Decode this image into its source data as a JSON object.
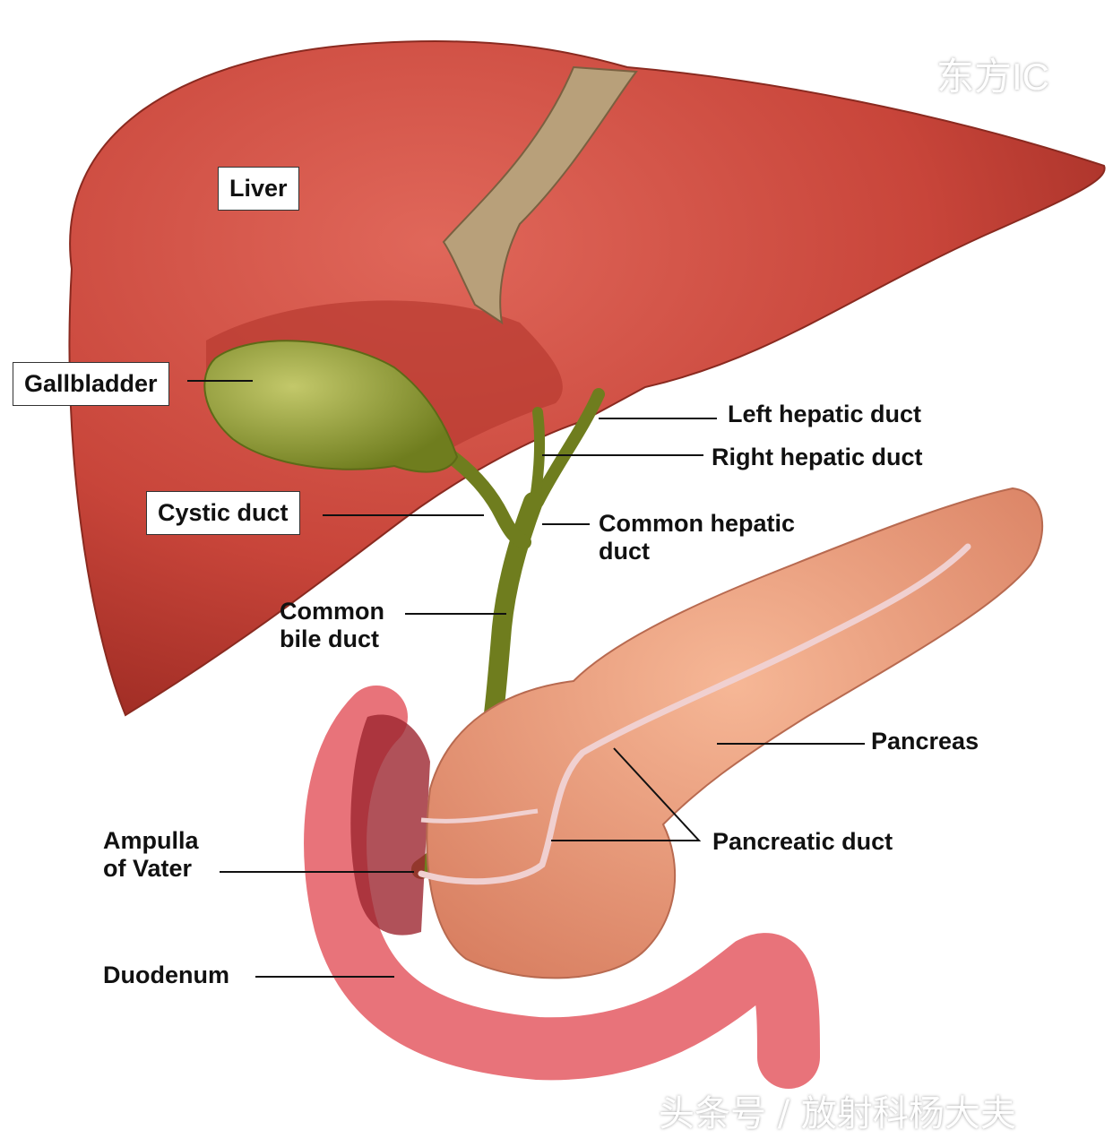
{
  "labels": {
    "liver": "Liver",
    "gallbladder": "Gallbladder",
    "cystic_duct": "Cystic duct",
    "left_hepatic_duct": "Left hepatic duct",
    "right_hepatic_duct": "Right hepatic duct",
    "common_hepatic_duct_1": "Common hepatic",
    "common_hepatic_duct_2": "duct",
    "common_bile_duct_1": "Common",
    "common_bile_duct_2": "bile duct",
    "pancreas": "Pancreas",
    "pancreatic_duct": "Pancreatic duct",
    "ampulla_1": "Ampulla",
    "ampulla_2": "of Vater",
    "duodenum": "Duodenum"
  },
  "watermarks": {
    "logo": "东方IC",
    "credit": "头条号 / 放射科杨大夫"
  },
  "colors": {
    "liver": "#c8453a",
    "gallbladder": "#8c9a2c",
    "pancreas": "#eb9c7c",
    "duodenum": "#e8737a"
  }
}
